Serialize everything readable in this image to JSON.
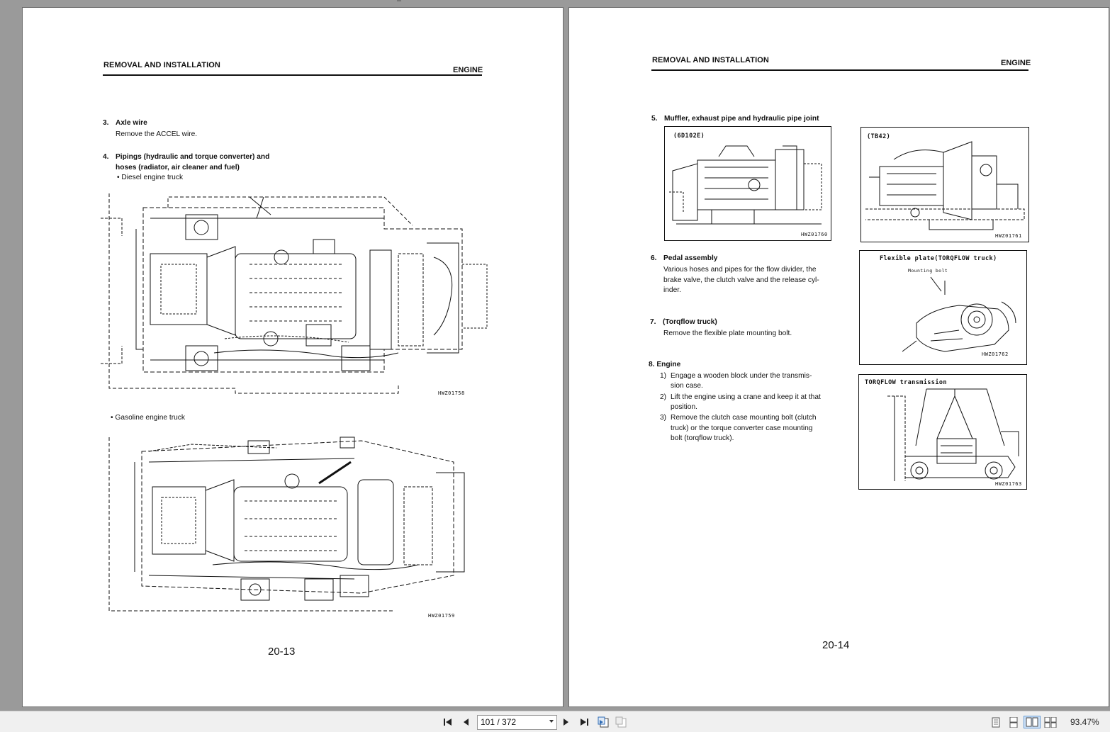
{
  "left_page": {
    "header_left": "REMOVAL AND INSTALLATION",
    "header_right": "ENGINE",
    "s3_num": "3.",
    "s3_title": "Axle wire",
    "s3_text": "Remove the ACCEL wire.",
    "s4_num": "4.",
    "s4_title_l1": "Pipings (hydraulic and torque converter) and",
    "s4_title_l2": "hoses (radiator, air cleaner and fuel)",
    "bullet_diesel": "• Diesel engine truck",
    "fig1_code": "HWZ01758",
    "bullet_gasoline": "• Gasoline engine truck",
    "fig2_code": "HWZ01759",
    "page_number": "20-13"
  },
  "right_page": {
    "header_left": "REMOVAL AND INSTALLATION",
    "header_right": "ENGINE",
    "s5_num": "5.",
    "s5_title": "Muffler, exhaust pipe and hydraulic pipe joint",
    "fig_6d102e_label": "(6D102E)",
    "fig_6d102e_code": "HWZ01760",
    "fig_tb42_label": "(TB42)",
    "fig_tb42_code": "HWZ01761",
    "s6_num": "6.",
    "s6_title": "Pedal assembly",
    "s6_l1": "Various hoses and pipes for the flow divider, the",
    "s6_l2": "brake valve, the clutch valve and the release cyl-",
    "s6_l3": "inder.",
    "fig_flex_label": "Flexible plate(TORQFLOW truck)",
    "fig_flex_sub": "Mounting bolt",
    "fig_flex_code": "HWZ01762",
    "s7_num": "7.",
    "s7_title": "(Torqflow truck)",
    "s7_text": "Remove the flexible plate mounting bolt.",
    "s8_title": "8. Engine",
    "s8_1_num": "1)",
    "s8_1_l1": "Engage a wooden block under the transmis-",
    "s8_1_l2": "sion case.",
    "s8_2_num": "2)",
    "s8_2_l1": "Lift the engine using a crane and keep it at that",
    "s8_2_l2": "position.",
    "s8_3_num": "3)",
    "s8_3_l1": "Remove the clutch case mounting bolt (clutch",
    "s8_3_l2": "truck) or the torque converter case mounting",
    "s8_3_l3": "bolt (torqflow truck).",
    "fig_torq_label": "TORQFLOW transmission",
    "fig_torq_code": "HWZ01763",
    "page_number": "20-14"
  },
  "toolbar": {
    "page_field": "101 / 372",
    "zoom": "93.47%",
    "icons": [
      "first-page-icon",
      "prev-page-icon",
      "next-page-icon",
      "last-page-icon",
      "previous-view-icon",
      "next-view-icon",
      "single-page-icon",
      "continuous-icon",
      "facing-icon",
      "continuous-facing-icon"
    ]
  }
}
